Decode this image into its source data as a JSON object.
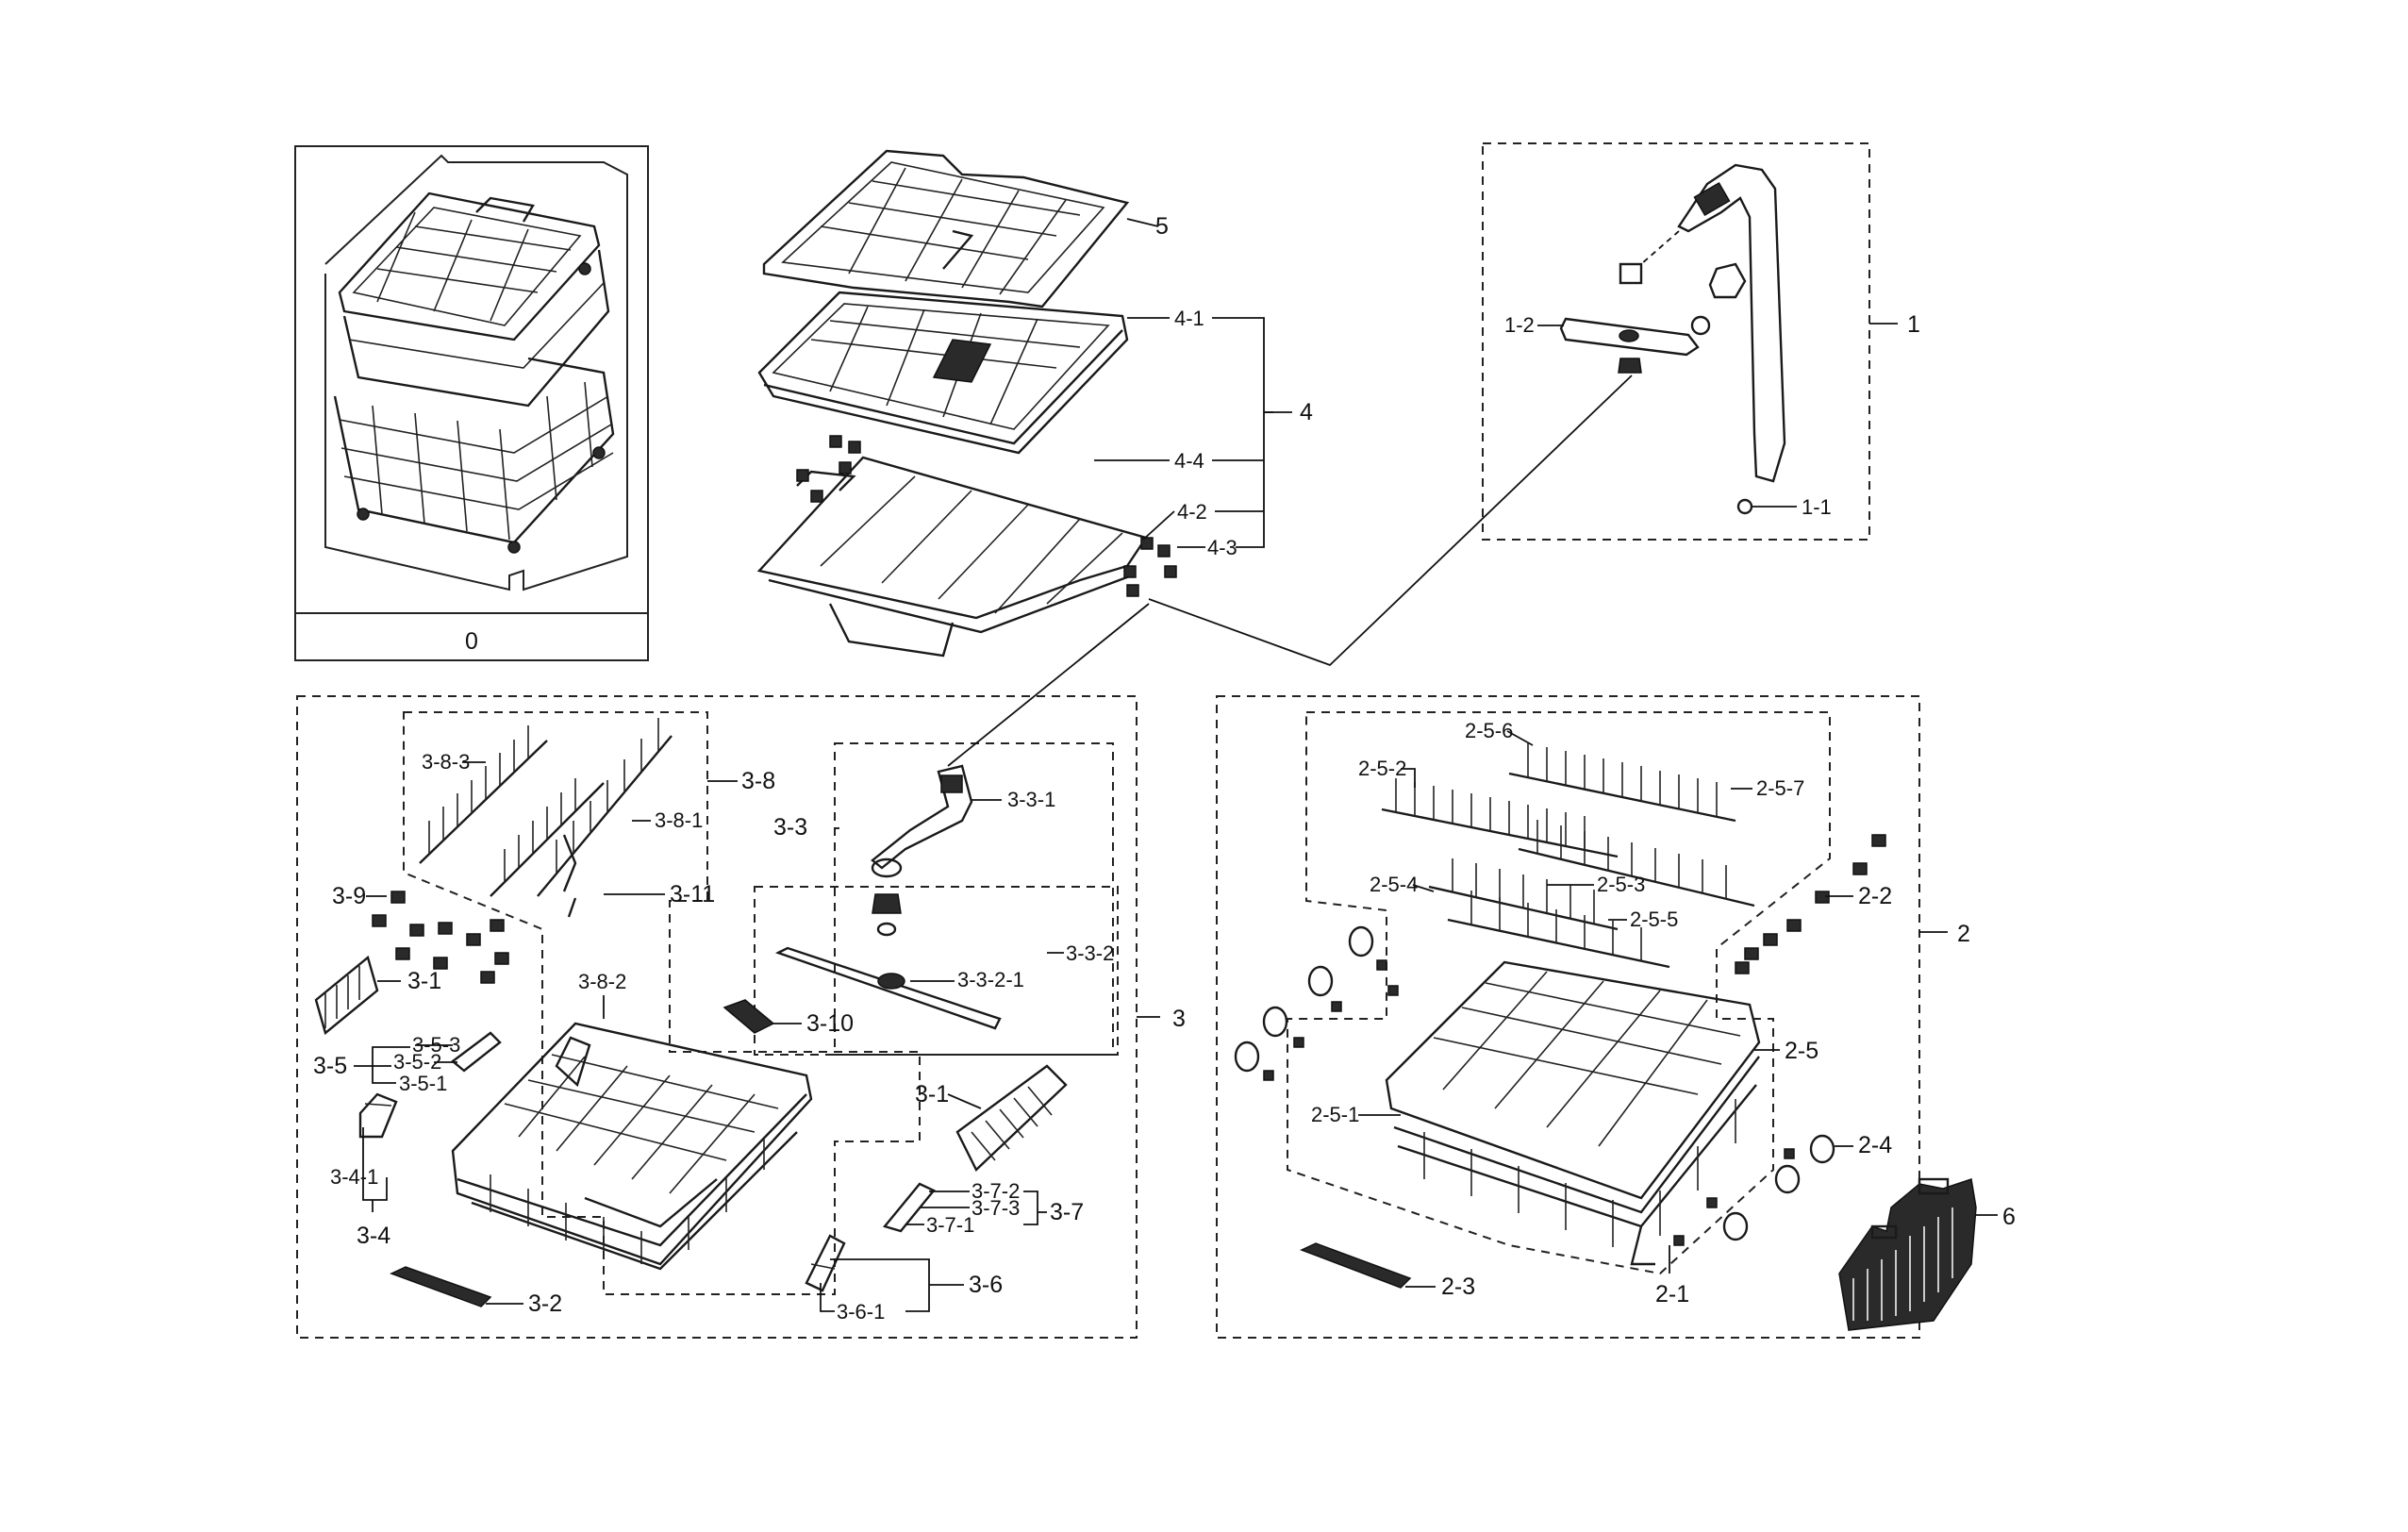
{
  "labels": {
    "l0": "0",
    "l1": "1",
    "l1_1": "1-1",
    "l1_2": "1-2",
    "l2": "2",
    "l2_1": "2-1",
    "l2_2": "2-2",
    "l2_3": "2-3",
    "l2_4": "2-4",
    "l2_5": "2-5",
    "l2_5_1": "2-5-1",
    "l2_5_2": "2-5-2",
    "l2_5_3": "2-5-3",
    "l2_5_4": "2-5-4",
    "l2_5_5": "2-5-5",
    "l2_5_6": "2-5-6",
    "l2_5_7": "2-5-7",
    "l3": "3",
    "l3_1a": "3-1",
    "l3_1b": "3-1",
    "l3_2": "3-2",
    "l3_3": "3-3",
    "l3_3_1": "3-3-1",
    "l3_3_2": "3-3-2",
    "l3_3_2_1": "3-3-2-1",
    "l3_4": "3-4",
    "l3_4_1": "3-4-1",
    "l3_5": "3-5",
    "l3_5_1": "3-5-1",
    "l3_5_2": "3-5-2",
    "l3_5_3": "3-5-3",
    "l3_6": "3-6",
    "l3_6_1": "3-6-1",
    "l3_7": "3-7",
    "l3_7_1": "3-7-1",
    "l3_7_2": "3-7-2",
    "l3_7_3": "3-7-3",
    "l3_8": "3-8",
    "l3_8_1": "3-8-1",
    "l3_8_2": "3-8-2",
    "l3_8_3": "3-8-3",
    "l3_9": "3-9",
    "l3_10": "3-10",
    "l3_11": "3-11",
    "l4": "4",
    "l4_1": "4-1",
    "l4_2": "4-2",
    "l4_3": "4-3",
    "l4_4": "4-4",
    "l5": "5",
    "l6": "6"
  },
  "colors": {
    "line": "#222222",
    "background": "#ffffff"
  }
}
